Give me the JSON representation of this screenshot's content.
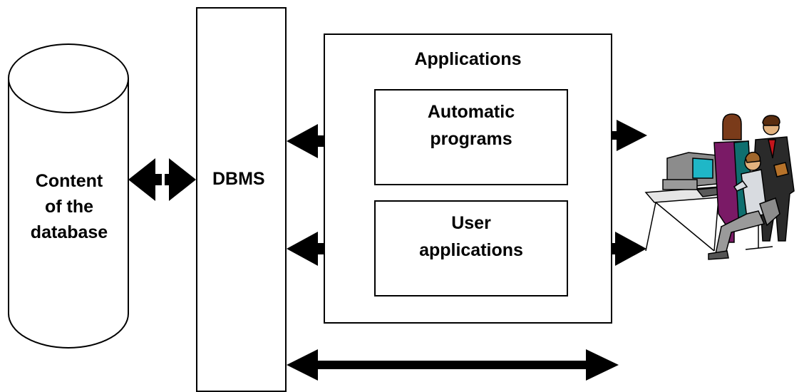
{
  "diagram": {
    "database_label": "Content\nof the\ndatabase",
    "dbms_label": "DBMS",
    "applications_title": "Applications",
    "automatic_programs_label": "Automatic\nprograms",
    "user_applications_label": "User\napplications",
    "colors": {
      "stroke": "#000000",
      "fill": "#ffffff",
      "text": "#000000"
    },
    "icons": [
      "database-cylinder-icon",
      "users-at-computer-icon"
    ]
  }
}
